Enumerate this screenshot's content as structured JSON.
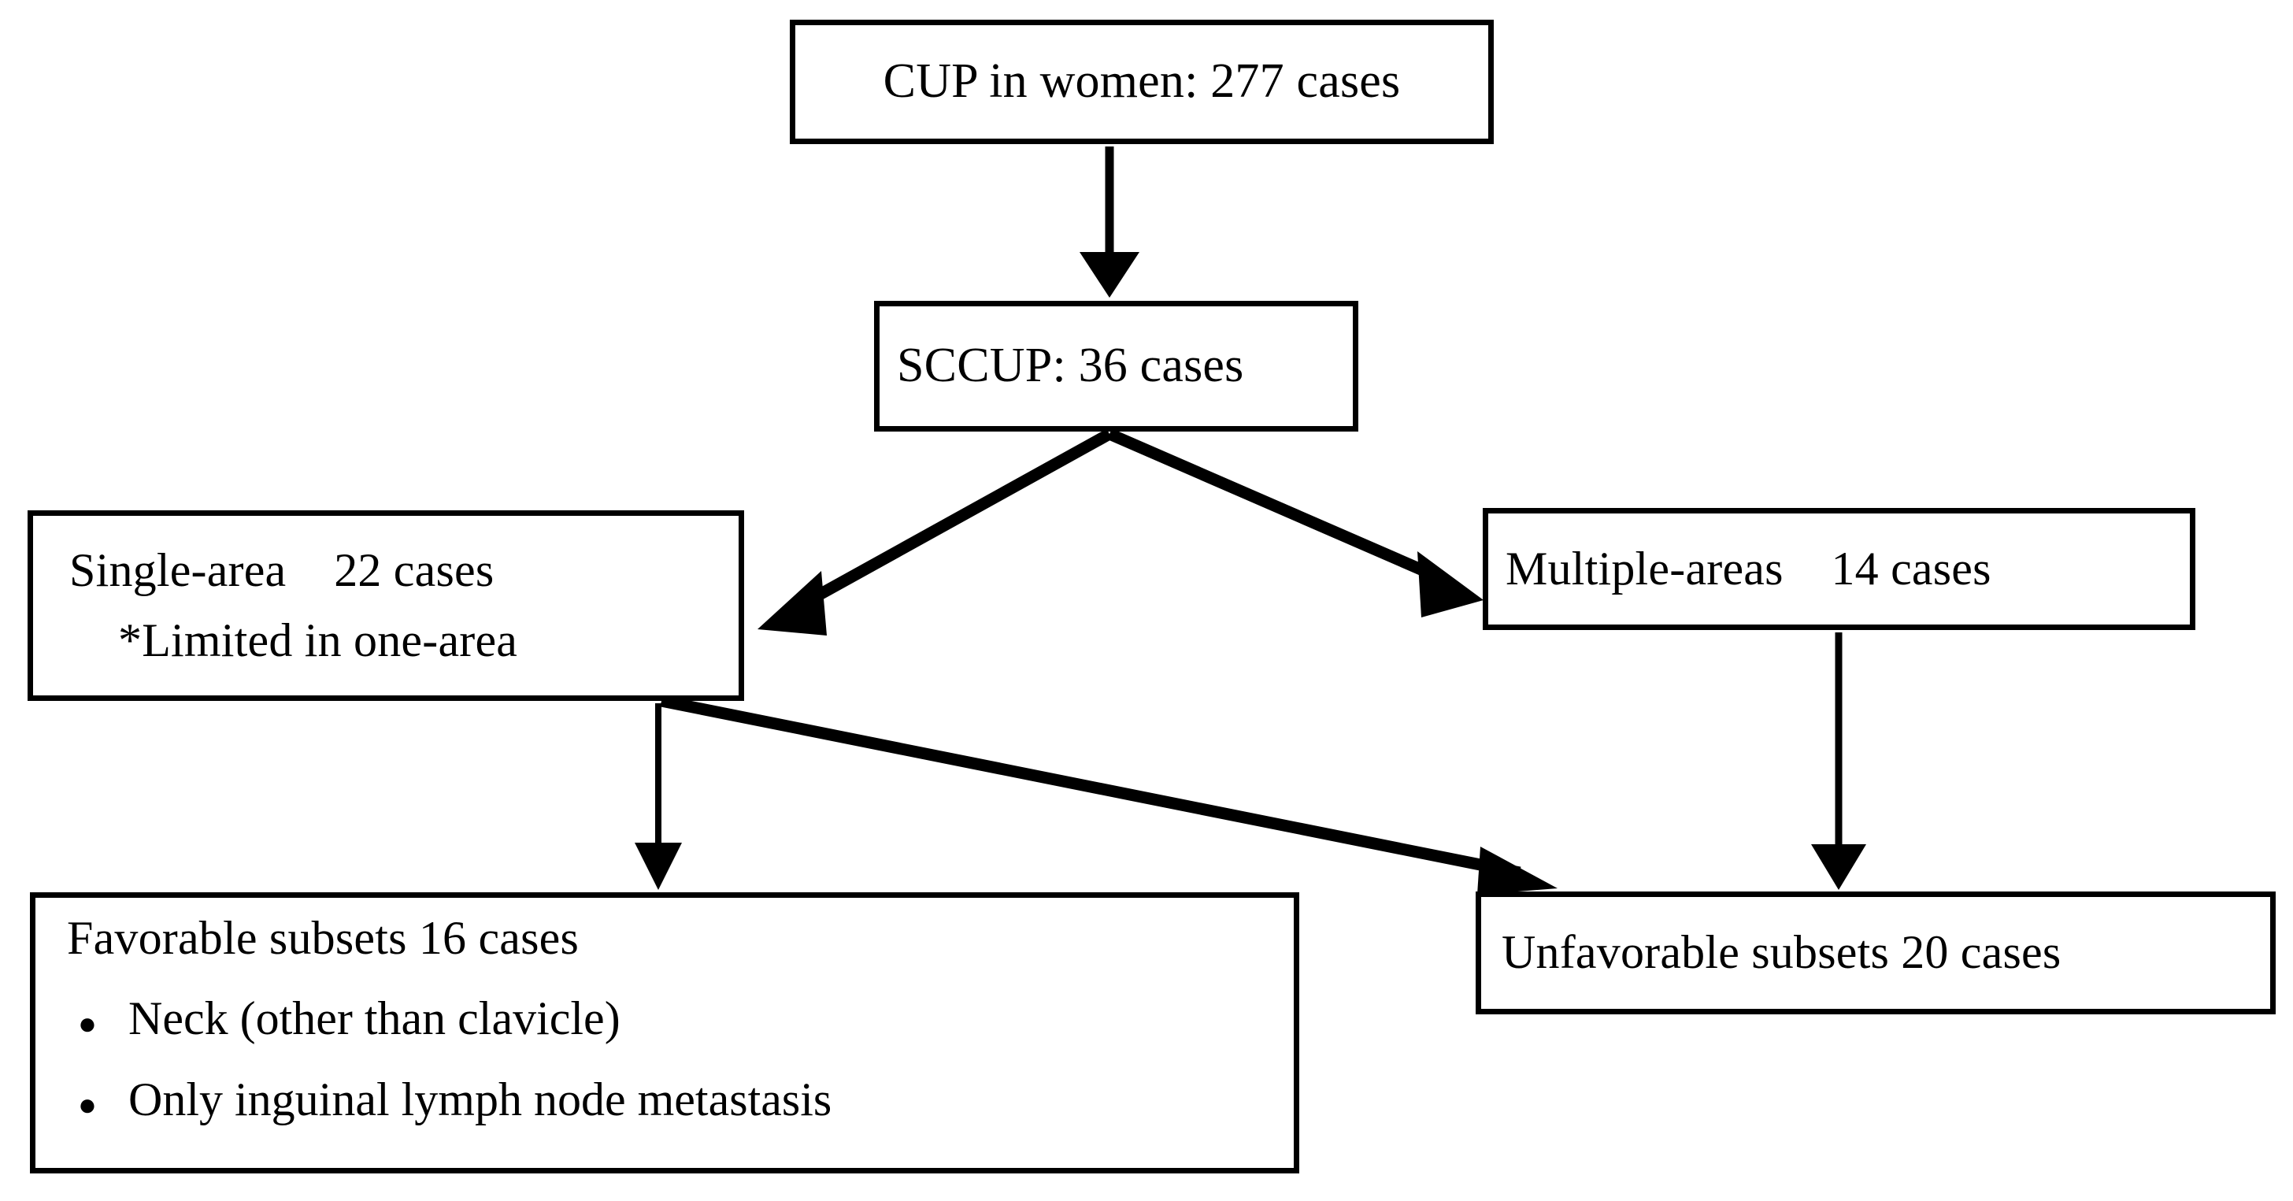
{
  "diagram": {
    "title": "CUP in women case flow",
    "stroke_color": "#000000",
    "background_color": "#ffffff",
    "nodes": {
      "cup": {
        "label": "CUP in women: 277 cases",
        "count": 277
      },
      "sccup": {
        "label": "SCCUP: 36 cases",
        "count": 36
      },
      "single_area": {
        "line1": "Single-area    22 cases",
        "line2": "*Limited in one-area",
        "count": 22
      },
      "multiple_areas": {
        "label": "Multiple-areas    14 cases",
        "count": 14
      },
      "favorable": {
        "heading": "Favorable subsets 16 cases",
        "count": 16,
        "bullet_marker": "●",
        "bullets": [
          "Neck (other than clavicle)",
          "Only inguinal lymph node metastasis"
        ]
      },
      "unfavorable": {
        "label": "Unfavorable subsets 20 cases",
        "count": 20
      }
    },
    "edges": [
      {
        "name": "cup-to-sccup",
        "from": "cup",
        "to": "sccup",
        "style": "vertical-arrow"
      },
      {
        "name": "sccup-to-single-area",
        "from": "sccup",
        "to": "single_area",
        "style": "diagonal-arrow"
      },
      {
        "name": "sccup-to-multiple-areas",
        "from": "sccup",
        "to": "multiple_areas",
        "style": "diagonal-arrow"
      },
      {
        "name": "single-area-to-favorable",
        "from": "single_area",
        "to": "favorable",
        "style": "vertical-arrow"
      },
      {
        "name": "single-area-to-unfavorable",
        "from": "single_area",
        "to": "unfavorable",
        "style": "diagonal-arrow"
      },
      {
        "name": "multiple-areas-to-unfavorable",
        "from": "multiple_areas",
        "to": "unfavorable",
        "style": "vertical-arrow"
      }
    ]
  }
}
